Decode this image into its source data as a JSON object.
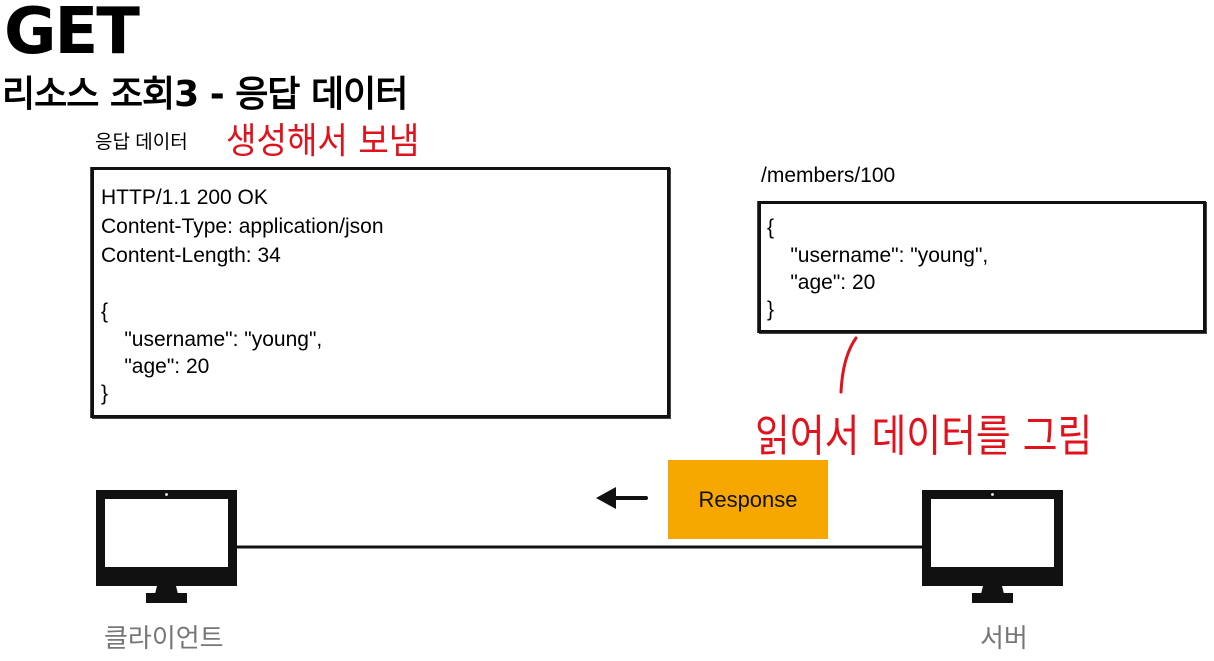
{
  "header": {
    "title": "GET",
    "subtitle": "리소스 조회3 - 응답 데이터"
  },
  "response_panel": {
    "label": "응답 데이터",
    "annotation": "생성해서 보냄",
    "lines": [
      "HTTP/1.1 200 OK",
      "Content-Type: application/json",
      "Content-Length: 34",
      "",
      "{",
      "    \"username\": \"young\",",
      "    \"age\": 20",
      "}"
    ]
  },
  "resource_panel": {
    "label": "/members/100",
    "lines": [
      "{",
      "    \"username\": \"young\",",
      "    \"age\": 20",
      "}"
    ],
    "annotation": "읽어서 데이터를 그림"
  },
  "flow": {
    "response_label": "Response",
    "client_label": "클라이언트",
    "server_label": "서버"
  },
  "colors": {
    "annotation": "#e0121c",
    "response": "#f6a800",
    "caption": "#777777"
  }
}
